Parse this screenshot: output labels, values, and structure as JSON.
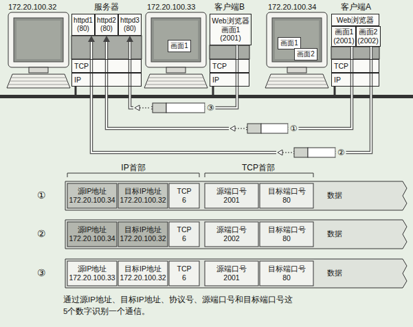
{
  "diagram": {
    "caption": "通过源IP地址、目标IP地址、协议号、源端口号和目标端口号这5个数字识别一个通信。",
    "nodes": [
      {
        "text": [
          "服务器"
        ]
      },
      {
        "text": [
          "httpd1 (80)"
        ],
        "in": 0
      },
      {
        "text": [
          "httpd2 (80)"
        ],
        "in": 0
      },
      {
        "text": [
          "httpd3 (80)"
        ],
        "in": 0
      },
      {
        "text": [
          "TCP"
        ],
        "in": 0
      },
      {
        "text": [
          "IP"
        ],
        "in": 0
      },
      {
        "text": [
          "客户端B"
        ]
      },
      {
        "text": [
          "Web浏览器 画面1 (2001)"
        ],
        "in": 6
      },
      {
        "text": [
          "TCP"
        ],
        "in": 6
      },
      {
        "text": [
          "IP"
        ],
        "in": 6
      },
      {
        "text": [
          "客户端A"
        ]
      },
      {
        "text": [
          "Web浏览器"
        ],
        "in": 10
      },
      {
        "text": [
          "画面1 (2001)"
        ],
        "in": 10
      },
      {
        "text": [
          "画面2 (2002)"
        ],
        "in": 10
      },
      {
        "text": [
          "TCP"
        ],
        "in": 10
      },
      {
        "text": [
          "IP"
        ],
        "in": 10
      },
      {
        "text": [
          "画面1"
        ]
      },
      {
        "text": [
          "画面1"
        ]
      },
      {
        "text": [
          "画面2"
        ]
      }
    ],
    "edges": [
      {
        "from": 12,
        "to": 2,
        "arrow": "to",
        "label": "①"
      },
      {
        "from": 13,
        "to": 1,
        "arrow": "to",
        "label": "②"
      },
      {
        "from": 7,
        "to": 3,
        "arrow": "to",
        "label": "③"
      }
    ],
    "labels": [
      "172.20.100.32",
      "172.20.100.33",
      "172.20.100.34",
      "IP首部",
      "TCP首部",
      "①",
      "源IP地址 172.20.100.34",
      "目标IP地址 172.20.100.32",
      "TCP 6",
      "源端口号 2001",
      "目标端口号 80",
      "数据",
      "②",
      "源IP地址 172.20.100.34",
      "目标IP地址 172.20.100.32",
      "TCP 6",
      "源端口号 2002",
      "目标端口号 80",
      "数据",
      "③",
      "源IP地址 172.20.100.33",
      "目标IP地址 172.20.100.32",
      "TCP 6",
      "源端口号 2001",
      "目标端口号 80",
      "数据"
    ]
  }
}
